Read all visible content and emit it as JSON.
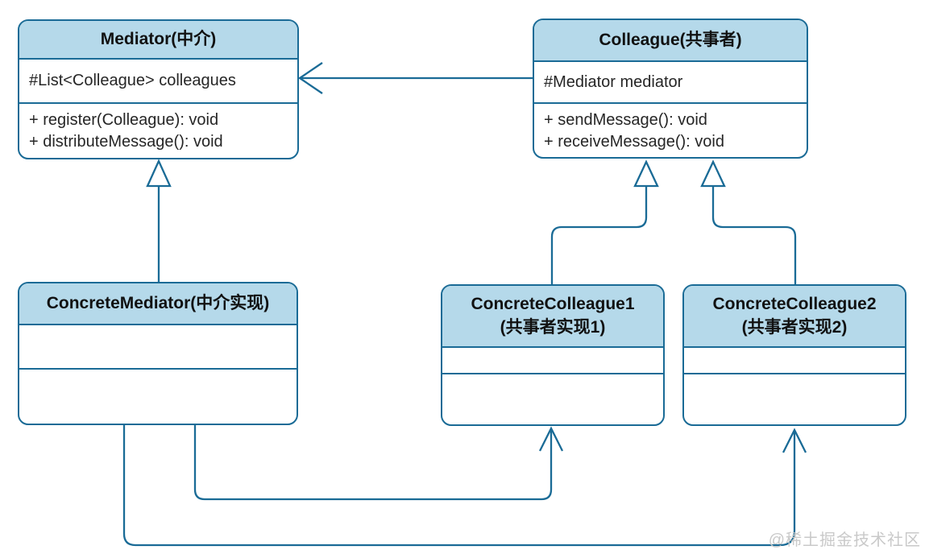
{
  "diagram": {
    "type": "uml-class-diagram",
    "pattern": "Mediator",
    "classes": [
      {
        "name": "Mediator(中介)",
        "attributes": [
          "#List<Colleague> colleagues"
        ],
        "methods": [
          "+ register(Colleague): void",
          "+ distributeMessage(): void"
        ]
      },
      {
        "name": "Colleague(共事者)",
        "attributes": [
          "#Mediator mediator"
        ],
        "methods": [
          "+ sendMessage(): void",
          "+ receiveMessage(): void"
        ]
      },
      {
        "name": "ConcreteMediator(中介实现)",
        "attributes": [],
        "methods": []
      },
      {
        "name": "ConcreteColleague1",
        "name_line2": "(共事者实现1)",
        "attributes": [],
        "methods": []
      },
      {
        "name": "ConcreteColleague2",
        "name_line2": "(共事者实现2)",
        "attributes": [],
        "methods": []
      }
    ],
    "relations": [
      {
        "from": "Colleague",
        "to": "Mediator",
        "type": "association-arrow"
      },
      {
        "from": "ConcreteMediator",
        "to": "Mediator",
        "type": "generalization"
      },
      {
        "from": "ConcreteColleague1",
        "to": "Colleague",
        "type": "generalization"
      },
      {
        "from": "ConcreteColleague2",
        "to": "Colleague",
        "type": "generalization"
      },
      {
        "from": "ConcreteMediator",
        "to": "ConcreteColleague1",
        "type": "association-arrow"
      },
      {
        "from": "ConcreteMediator",
        "to": "ConcreteColleague2",
        "type": "association-arrow"
      }
    ],
    "watermark": "@稀土掘金技术社区",
    "colors": {
      "line": "#1a6b96",
      "header_fill": "#b5d9ea",
      "text": "#262626",
      "watermark": "#c9c9c9",
      "background": "#ffffff"
    }
  }
}
